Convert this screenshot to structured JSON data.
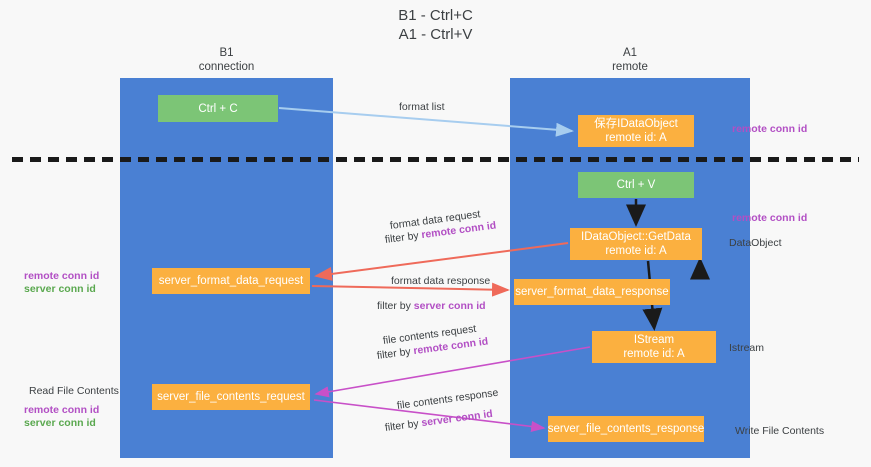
{
  "title": {
    "line1": "B1 - Ctrl+C",
    "line2": "A1 - Ctrl+V"
  },
  "columns": [
    {
      "name": "B1",
      "role": "connection"
    },
    {
      "name": "A1",
      "role": "remote"
    }
  ],
  "boxes": {
    "ctrl_c": {
      "label": "Ctrl + C",
      "color": "#7cc576"
    },
    "idataobject": {
      "line1": "保存IDataObject",
      "line2": "remote id: A",
      "color": "#fbb040"
    },
    "ctrl_v": {
      "label": "Ctrl + V",
      "color": "#7cc576"
    },
    "getdata": {
      "line1": "IDataObject::GetData",
      "line2": "remote id: A",
      "color": "#fbb040"
    },
    "server_format_data_request": {
      "label": "server_format_data_request",
      "color": "#fbb040"
    },
    "server_format_data_response": {
      "label": "server_format_data_response",
      "color": "#fbb040"
    },
    "istream": {
      "line1": "IStream",
      "line2": "remote id: A",
      "color": "#fbb040"
    },
    "server_file_contents_request": {
      "label": "server_file_contents_request",
      "color": "#fbb040"
    },
    "server_file_contents_response": {
      "label": "server_file_contents_response",
      "color": "#fbb040"
    }
  },
  "edge_labels": {
    "format_list": "format list",
    "format_data_request": "format data request",
    "format_data_request_filter_prefix": "filter by ",
    "format_data_request_filter_value": "remote conn id",
    "format_data_response": "format data response",
    "format_data_response_filter_prefix": "filter by ",
    "format_data_response_filter_value": "server conn id",
    "file_contents_request": "file contents request",
    "file_contents_request_filter_prefix": "filter by ",
    "file_contents_request_filter_value": "remote conn id",
    "file_contents_response": "file contents response",
    "file_contents_response_filter_prefix": "filter by ",
    "file_contents_response_filter_value": "server conn id"
  },
  "side_labels": {
    "right_remote_conn_id_top": "remote conn id",
    "right_remote_conn_id_mid": "remote conn id",
    "right_dataobject": "DataObject",
    "right_istream": "Istream",
    "right_write_file_contents": "Write File Contents",
    "left_remote_conn_id": "remote conn id",
    "left_server_conn_id": "server conn id",
    "left_read_file_contents": "Read File Contents",
    "left_remote_conn_id_2": "remote conn id",
    "left_server_conn_id_2": "server conn id"
  },
  "colors": {
    "lane": "#4a80d3",
    "green_box": "#7cc576",
    "orange_box": "#fbb040",
    "purple_text": "#b24fc4",
    "green_text": "#5aa84f",
    "arrow_lightblue": "#a7cdef",
    "arrow_red": "#ef6a5a",
    "arrow_magenta": "#c850c8",
    "arrow_black": "#1a1a1a",
    "background": "#f8f8f8"
  }
}
